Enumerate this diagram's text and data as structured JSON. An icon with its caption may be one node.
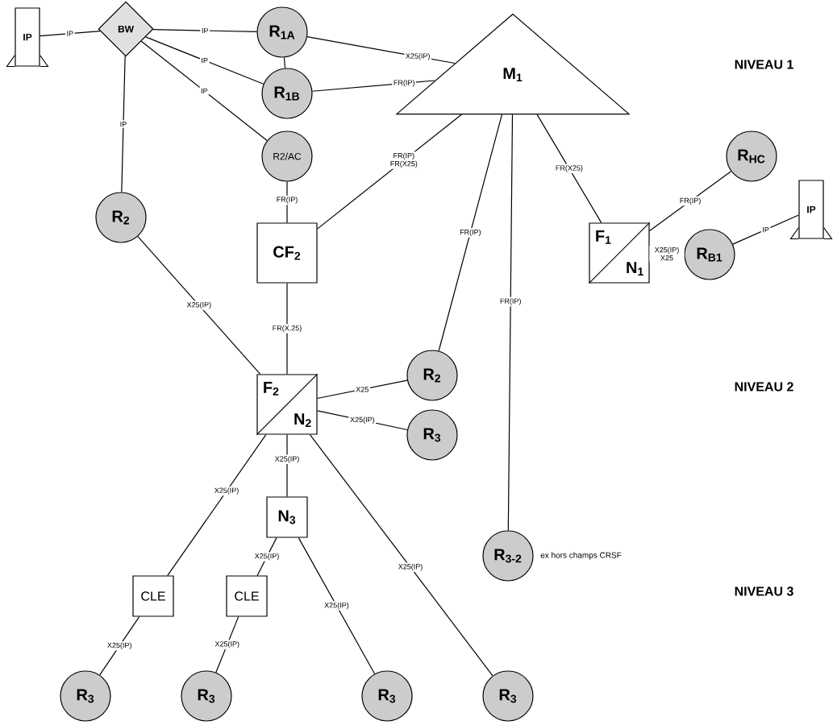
{
  "diagram": {
    "nodes": [
      {
        "text": [
          "IP"
        ]
      },
      {
        "text": [
          "BW"
        ]
      },
      {
        "text": [
          "R$_{1A}$"
        ]
      },
      {
        "text": [
          "R$_{1B}$"
        ]
      },
      {
        "text": [
          "R2/AC"
        ]
      },
      {
        "text": [
          "M$_{1}$"
        ]
      },
      {
        "text": [
          "R$_{2}$"
        ]
      },
      {
        "text": [
          "CF$_{2}$"
        ]
      },
      {
        "text": [
          "R$_{HC}$"
        ]
      },
      {
        "text": [
          "F$_{1}$",
          "N$_{1}$"
        ]
      },
      {
        "text": [
          "R$_{B1}$"
        ]
      },
      {
        "text": [
          "IP"
        ]
      },
      {
        "text": [
          "F$_{2}$",
          "N$_{2}$"
        ]
      },
      {
        "text": [
          "R$_{2}$"
        ]
      },
      {
        "text": [
          "R$_{3}$"
        ]
      },
      {
        "text": [
          "N$_{3}$"
        ]
      },
      {
        "text": [
          "R$_{3-2}$"
        ],
        "beside": [
          "ex hors champs CRSF"
        ]
      },
      {
        "text": [
          "CLE"
        ]
      },
      {
        "text": [
          "CLE"
        ]
      },
      {
        "text": [
          "R$_{3}$"
        ]
      },
      {
        "text": [
          "R$_{3}$"
        ]
      },
      {
        "text": [
          "R$_{3}$"
        ]
      },
      {
        "text": [
          "R$_{3}$"
        ]
      }
    ],
    "edges": [
      {
        "from": 0,
        "to": 1,
        "arrow": "none",
        "label": "IP"
      },
      {
        "from": 1,
        "to": 2,
        "arrow": "none",
        "label": "IP"
      },
      {
        "from": 1,
        "to": 3,
        "arrow": "none",
        "label": "IP"
      },
      {
        "from": 1,
        "to": 4,
        "arrow": "none",
        "label": "IP"
      },
      {
        "from": 1,
        "to": 6,
        "arrow": "none",
        "label": "IP"
      },
      {
        "from": 2,
        "to": 3,
        "arrow": "none"
      },
      {
        "from": 2,
        "to": 5,
        "arrow": "none",
        "label": "X25(IP)"
      },
      {
        "from": 3,
        "to": 5,
        "arrow": "none",
        "label": "FR(IP)"
      },
      {
        "from": 4,
        "to": 7,
        "arrow": "none",
        "label": "FR(IP)"
      },
      {
        "from": 5,
        "to": 7,
        "arrow": "none",
        "label": "FR(IP) FR(X25)"
      },
      {
        "from": 5,
        "to": 9,
        "arrow": "none",
        "label": "FR(X25)"
      },
      {
        "from": 5,
        "to": 13,
        "arrow": "none",
        "label": "FR(IP)"
      },
      {
        "from": 5,
        "to": 16,
        "arrow": "none",
        "label": "FR(IP)"
      },
      {
        "from": 9,
        "to": 8,
        "arrow": "none",
        "label": "FR(IP)"
      },
      {
        "from": 9,
        "to": 10,
        "arrow": "none",
        "label": "X25(IP) X25"
      },
      {
        "from": 10,
        "to": 11,
        "arrow": "none",
        "label": "IP"
      },
      {
        "from": 7,
        "to": 12,
        "arrow": "none",
        "label": "FR(X.25)"
      },
      {
        "from": 6,
        "to": 12,
        "arrow": "none",
        "label": "X25(IP)"
      },
      {
        "from": 12,
        "to": 13,
        "arrow": "none",
        "label": "X25"
      },
      {
        "from": 12,
        "to": 14,
        "arrow": "none",
        "label": "X25(IP)"
      },
      {
        "from": 12,
        "to": 15,
        "arrow": "none",
        "label": "X25(IP)"
      },
      {
        "from": 12,
        "to": 17,
        "arrow": "none",
        "label": "X25(IP)"
      },
      {
        "from": 12,
        "to": 22,
        "arrow": "none",
        "label": "X25(IP)"
      },
      {
        "from": 15,
        "to": 18,
        "arrow": "none",
        "label": "X25(IP)"
      },
      {
        "from": 15,
        "to": 21,
        "arrow": "none",
        "label": "X25(IP)"
      },
      {
        "from": 17,
        "to": 19,
        "arrow": "none",
        "label": "X25(IP)"
      },
      {
        "from": 18,
        "to": 20,
        "arrow": "none",
        "label": "X25(IP)"
      }
    ],
    "labels": [
      "NIVEAU 1",
      "NIVEAU 2",
      "NIVEAU 3"
    ]
  }
}
